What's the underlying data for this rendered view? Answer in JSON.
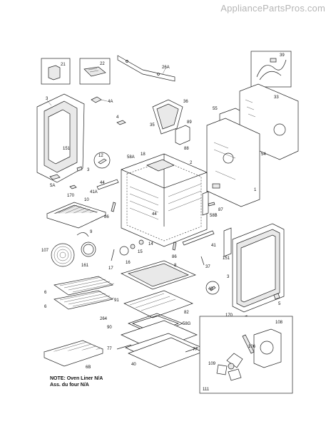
{
  "watermark": "AppliancePartsPros.com",
  "note": {
    "line1": "NOTE: Oven Liner N/A",
    "line2": "Ass. du four N/A"
  },
  "callouts": {
    "c21": "21",
    "c22": "22",
    "c26A": "26A",
    "c39": "39",
    "c33": "33",
    "c3_top": "3",
    "c4A": "4A",
    "c4": "4",
    "c36": "36",
    "c55": "55",
    "c35": "35",
    "c89": "89",
    "c88": "88",
    "c151_left": "151",
    "c54": "54",
    "c12": "12",
    "c18": "18",
    "c58A": "58A",
    "c2": "2",
    "c3_small": "3",
    "c1": "1",
    "c5A_top": "5A",
    "c44_a": "44",
    "c41A": "41A",
    "c170_top": "170",
    "c10": "10",
    "c44_b": "44",
    "c86_a": "86",
    "c58B": "58B",
    "c87": "87",
    "c9": "9",
    "c107": "107",
    "c14": "14",
    "c15": "15",
    "c86_b": "86",
    "c41": "41",
    "c161": "161",
    "c17": "17",
    "c16": "16",
    "c37": "37",
    "c151_right": "151",
    "c8": "8",
    "c3_right": "3",
    "c6_a": "6",
    "c6_b": "6",
    "c43": "43",
    "c91": "91",
    "c82": "82",
    "c5_right": "5",
    "c264": "264",
    "c90": "90",
    "c58G": "58G",
    "c170_bot": "170",
    "c42": "42",
    "c108": "108",
    "c5A_bot": "5A",
    "c106": "106",
    "c77_a": "77",
    "c77_b": "77",
    "c40": "40",
    "c6B": "6B",
    "c109": "109",
    "c111": "111"
  }
}
